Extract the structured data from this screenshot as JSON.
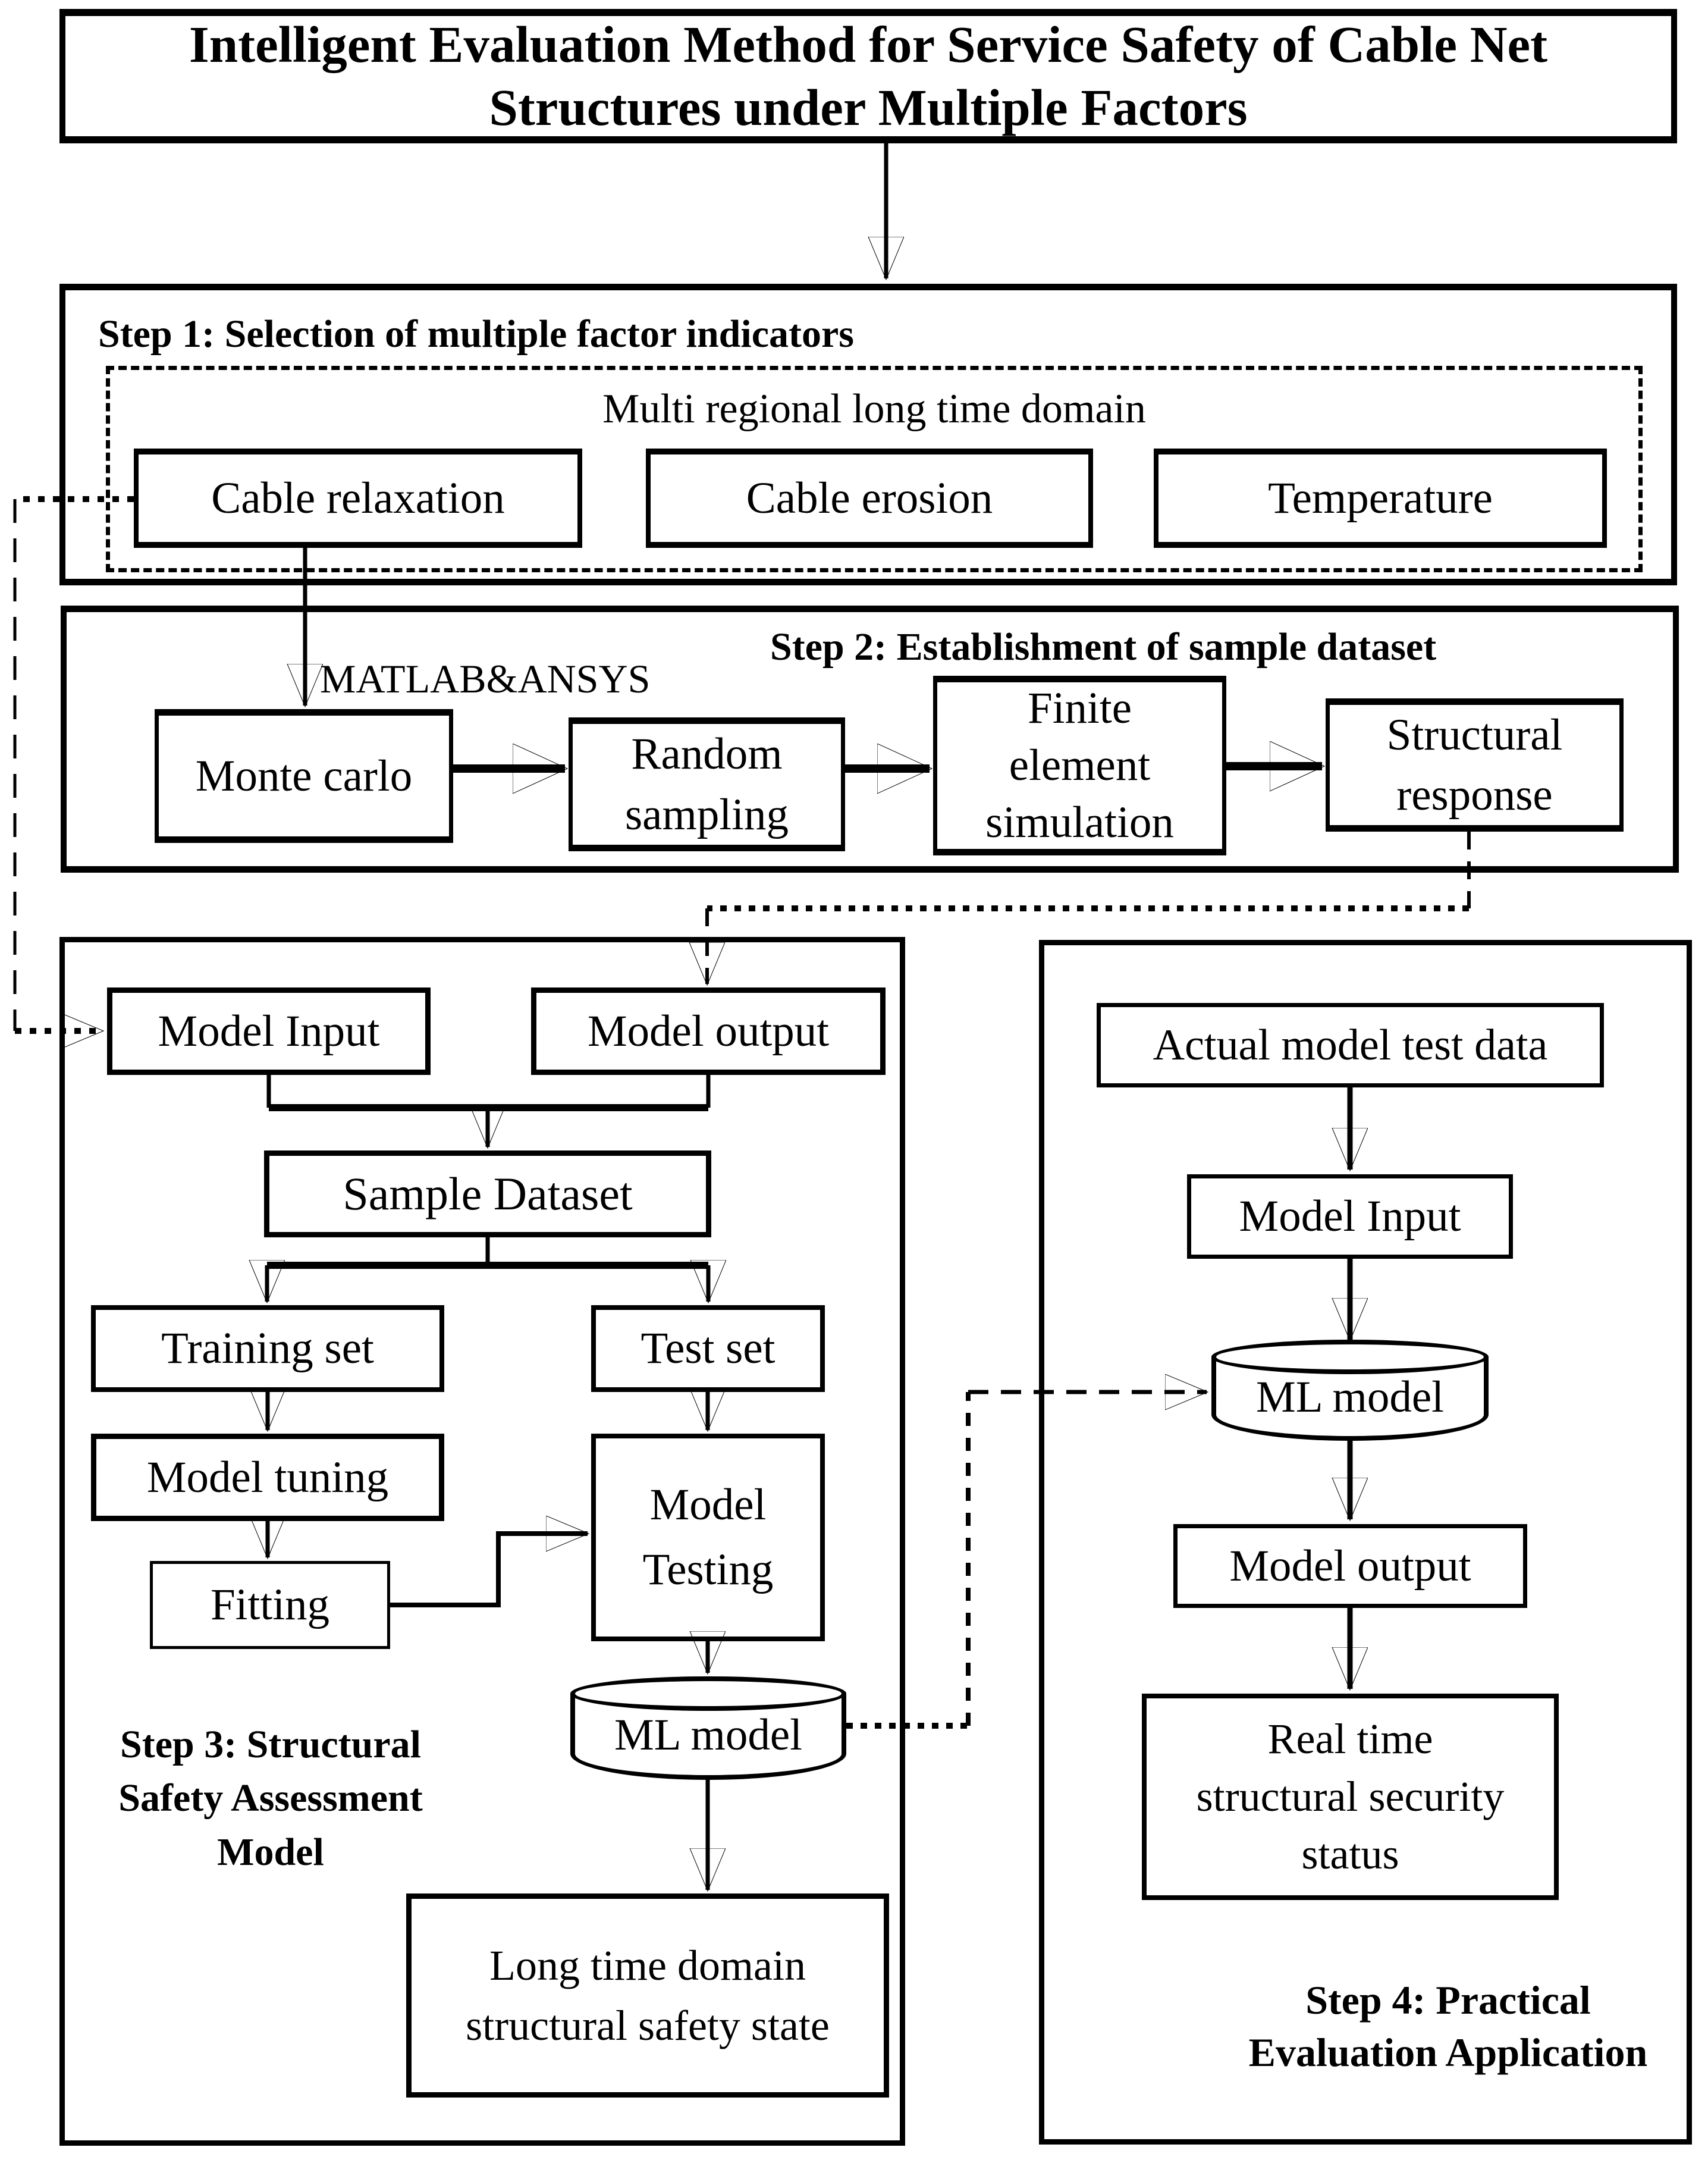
{
  "page": {
    "background": "#ffffff",
    "line_color": "#000000"
  },
  "title": {
    "lines": [
      "Intelligent Evaluation Method for Service Safety of Cable Net",
      "Structures under Multiple Factors"
    ]
  },
  "step1": {
    "heading": "Step 1: Selection of multiple factor indicators",
    "group_label": "Multi regional long time domain",
    "factors": [
      "Cable relaxation",
      "Cable erosion",
      "Temperature"
    ]
  },
  "step2": {
    "heading": "Step 2: Establishment of sample dataset",
    "tool_label": "MATLAB&ANSYS",
    "monte_carlo": "Monte carlo",
    "random_sampling": [
      "Random",
      "sampling"
    ],
    "finite_element": [
      "Finite",
      "element",
      "simulation"
    ],
    "structural_response": [
      "Structural",
      "response"
    ]
  },
  "step3": {
    "heading_lines": [
      "Step 3: Structural",
      "Safety Assessment",
      "Model"
    ],
    "model_input": "Model Input",
    "model_output": "Model output",
    "sample_dataset": "Sample Dataset",
    "training_set": "Training set",
    "test_set": "Test set",
    "model_tuning": "Model tuning",
    "fitting": "Fitting",
    "model_testing": [
      "Model",
      "Testing"
    ],
    "ml_model": "ML model",
    "long_time_domain": [
      "Long time domain",
      "structural safety state"
    ]
  },
  "step4": {
    "heading_lines": [
      "Step 4: Practical",
      "Evaluation Application"
    ],
    "actual_test_data": "Actual model test data",
    "model_input": "Model Input",
    "ml_model": "ML model",
    "model_output": "Model output",
    "real_time_status": [
      "Real time",
      "structural security",
      "status"
    ]
  }
}
